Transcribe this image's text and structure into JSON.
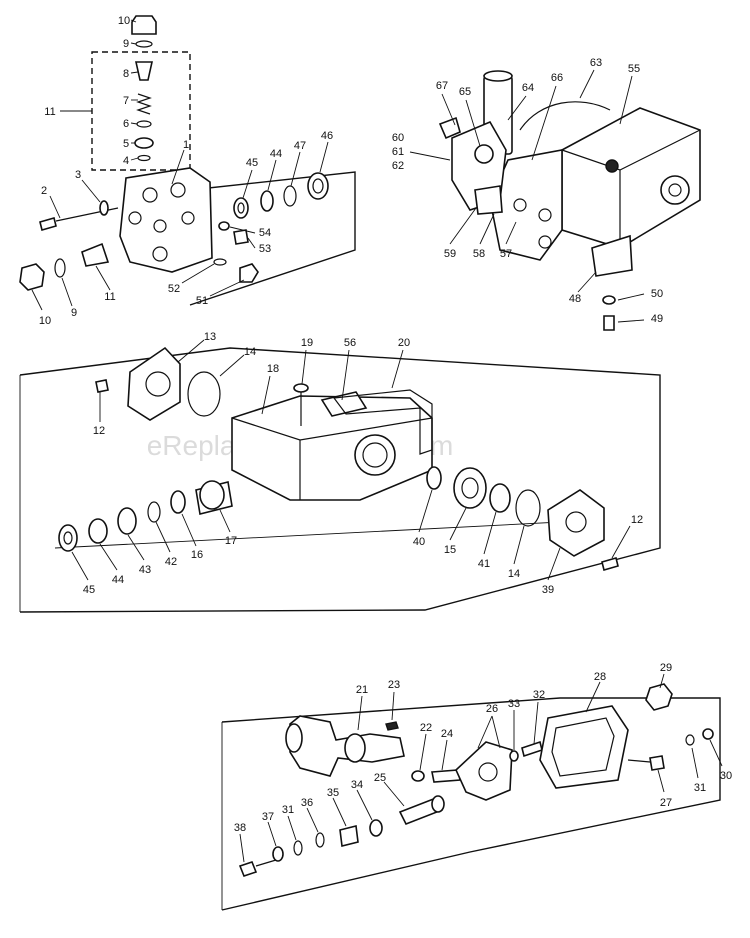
{
  "watermark": "eReplacementParts.com",
  "callouts": {
    "c1": "1",
    "c2": "2",
    "c3": "3",
    "c4": "4",
    "c5": "5",
    "c6": "6",
    "c7": "7",
    "c8": "8",
    "c9": "9",
    "c10": "10",
    "c11": "11",
    "c12": "12",
    "c13": "13",
    "c14": "14",
    "c15": "15",
    "c16": "16",
    "c17": "17",
    "c18": "18",
    "c19": "19",
    "c20": "20",
    "c21": "21",
    "c22": "22",
    "c23": "23",
    "c24": "24",
    "c25": "25",
    "c26": "26",
    "c27": "27",
    "c28": "28",
    "c29": "29",
    "c30": "30",
    "c31": "31",
    "c32": "32",
    "c33": "33",
    "c34": "34",
    "c35": "35",
    "c36": "36",
    "c37": "37",
    "c38": "38",
    "c39": "39",
    "c40": "40",
    "c41": "41",
    "c42": "42",
    "c43": "43",
    "c44": "44",
    "c45": "45",
    "c46": "46",
    "c47": "47",
    "c48": "48",
    "c49": "49",
    "c50": "50",
    "c51": "51",
    "c52": "52",
    "c53": "53",
    "c54": "54",
    "c55": "55",
    "c56": "56",
    "c57": "57",
    "c58": "58",
    "c59": "59",
    "c60": "60",
    "c61": "61",
    "c62": "62",
    "c63": "63",
    "c64": "64",
    "c65": "65",
    "c66": "66",
    "c67": "67"
  }
}
